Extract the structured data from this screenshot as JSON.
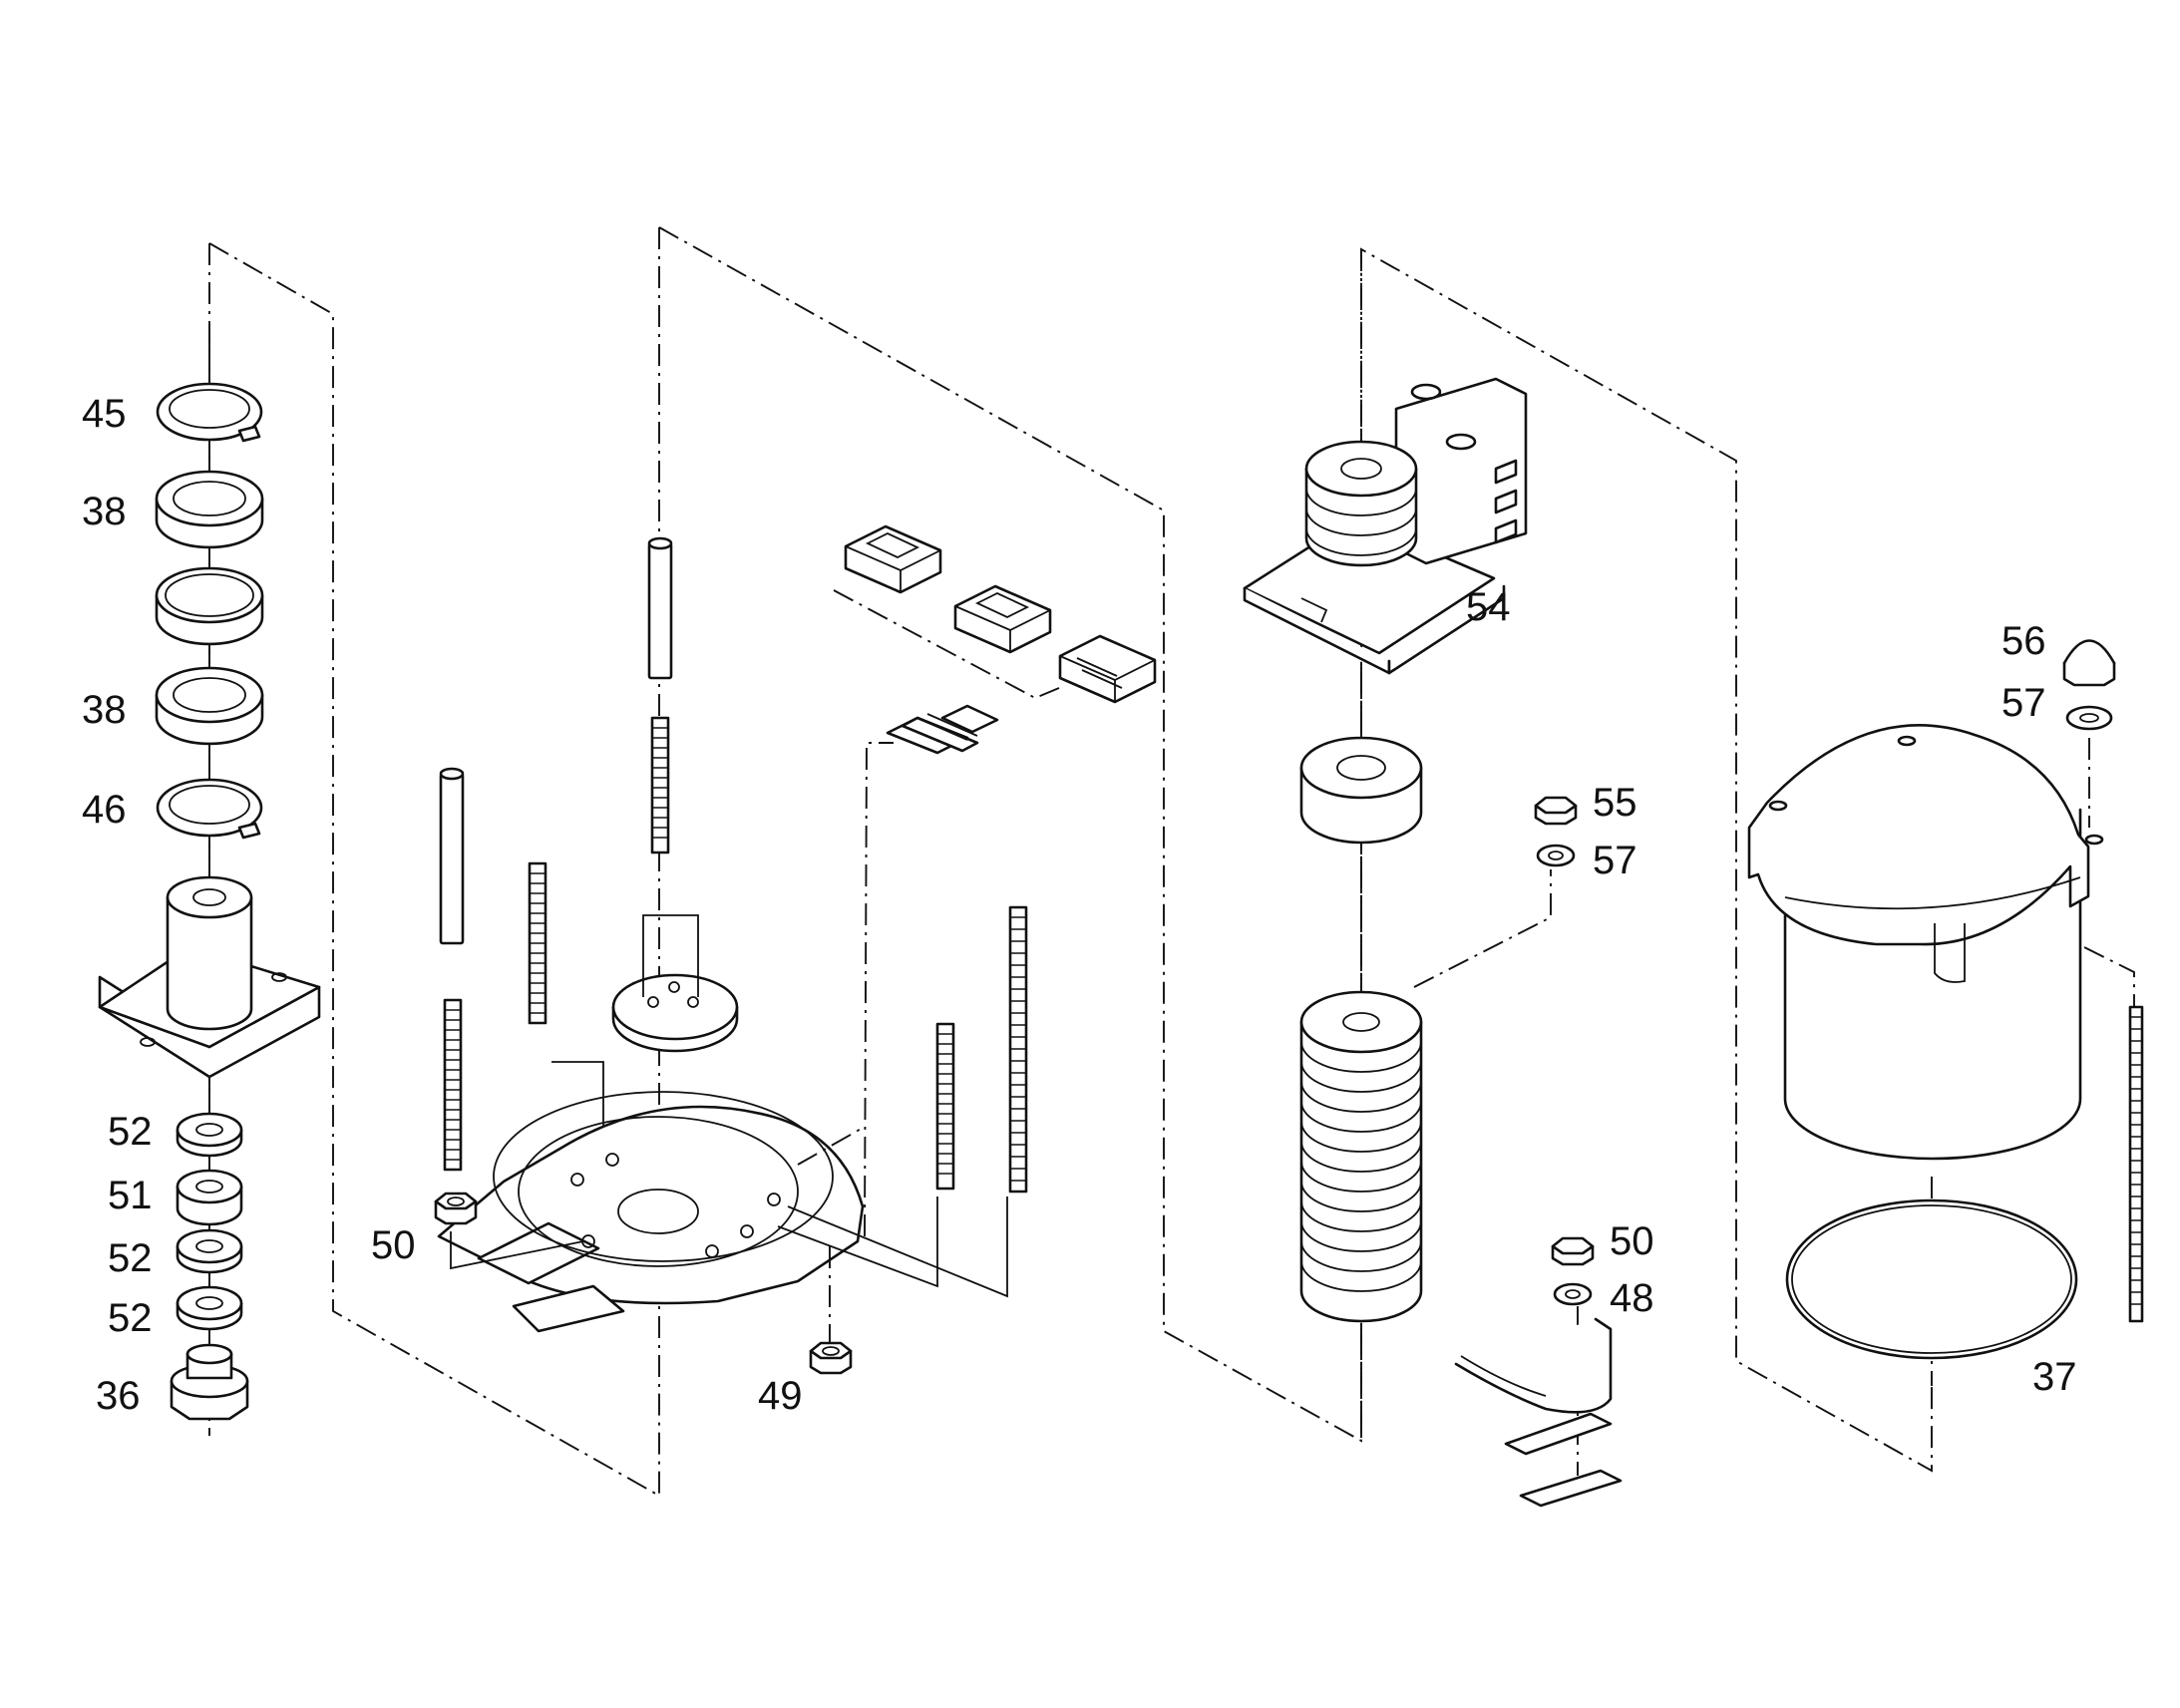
{
  "diagram": {
    "callouts": [
      {
        "id": "c45",
        "text": "45"
      },
      {
        "id": "c38a",
        "text": "38"
      },
      {
        "id": "c38b",
        "text": "38"
      },
      {
        "id": "c46",
        "text": "46"
      },
      {
        "id": "c52a",
        "text": "52"
      },
      {
        "id": "c51",
        "text": "51"
      },
      {
        "id": "c52b",
        "text": "52"
      },
      {
        "id": "c52c",
        "text": "52"
      },
      {
        "id": "c36",
        "text": "36"
      },
      {
        "id": "c50a",
        "text": "50"
      },
      {
        "id": "c49",
        "text": "49"
      },
      {
        "id": "c54",
        "text": "54"
      },
      {
        "id": "c55",
        "text": "55"
      },
      {
        "id": "c57a",
        "text": "57"
      },
      {
        "id": "c50b",
        "text": "50"
      },
      {
        "id": "c48",
        "text": "48"
      },
      {
        "id": "c56",
        "text": "56"
      },
      {
        "id": "c57b",
        "text": "57"
      },
      {
        "id": "c37",
        "text": "37"
      }
    ]
  }
}
